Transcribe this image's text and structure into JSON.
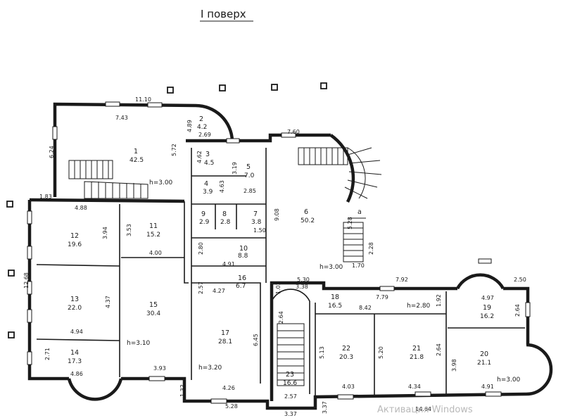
{
  "title": "I поверх",
  "watermark": "Активация Windows",
  "rooms": [
    {
      "num": "1",
      "area": "42.5"
    },
    {
      "num": "2",
      "area": "4.2"
    },
    {
      "num": "3",
      "area": "4.5"
    },
    {
      "num": "4",
      "area": "3.9"
    },
    {
      "num": "5",
      "area": "7.0"
    },
    {
      "num": "6",
      "area": "50.2"
    },
    {
      "num": "7",
      "area": "3.8"
    },
    {
      "num": "8",
      "area": "2.8"
    },
    {
      "num": "9",
      "area": "2.9"
    },
    {
      "num": "10",
      "area": "8.8"
    },
    {
      "num": "11",
      "area": "15.2"
    },
    {
      "num": "12",
      "area": "19.6"
    },
    {
      "num": "13",
      "area": "22.0"
    },
    {
      "num": "14",
      "area": "17.3"
    },
    {
      "num": "15",
      "area": "30.4"
    },
    {
      "num": "16",
      "area": "6.7"
    },
    {
      "num": "17",
      "area": "28.1"
    },
    {
      "num": "18",
      "area": "16.5"
    },
    {
      "num": "19",
      "area": "16.2"
    },
    {
      "num": "20",
      "area": "21.1"
    },
    {
      "num": "21",
      "area": "21.8"
    },
    {
      "num": "22",
      "area": "20.3"
    },
    {
      "num": "23",
      "area": "16.6"
    }
  ],
  "heights": [
    "h=3.00",
    "h=3.00",
    "h=3.10",
    "h=3.20",
    "h=2.80",
    "h=3.00"
  ],
  "dimensions": [
    "11.10",
    "7.43",
    "6.24",
    "5.72",
    "4.89",
    "2.69",
    "7.60",
    "4.62",
    "3.19",
    "4.63",
    "2.85",
    "1.83",
    "4.88",
    "3.94",
    "3.53",
    "9.08",
    "5.28",
    "2.28",
    "1.70",
    "1.50",
    "4.00",
    "2.80",
    "4.91",
    "12.68",
    "4.37",
    "4.94",
    "2.57",
    "4.27",
    "5.30",
    "3.38",
    "1.02",
    "7.92",
    "7.79",
    "2.50",
    "8.42",
    "4.97",
    "2.64",
    "1.92",
    "2.64",
    "5.13",
    "5.20",
    "3.98",
    "6.45",
    "2.71",
    "4.86",
    "3.93",
    "4.26",
    "4.03",
    "4.34",
    "4.91",
    "5.28",
    "2.57",
    "3.37",
    "14.64",
    "1.32",
    "3.37",
    "2.64"
  ],
  "labels": {
    "section_marker": "a"
  }
}
